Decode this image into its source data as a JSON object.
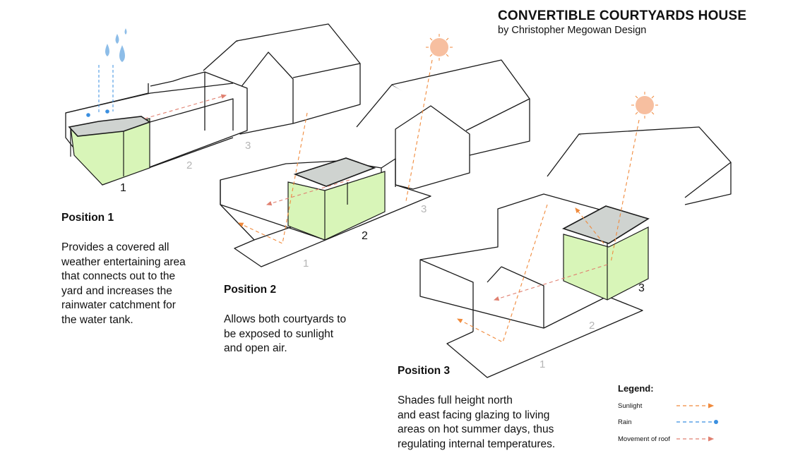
{
  "title": "CONVERTIBLE COURTYARDS HOUSE",
  "subtitle": "by Christopher Megowan Design",
  "positions": [
    {
      "heading": "Position 1",
      "description": "Provides a covered all\nweather entertaining area\nthat connects out to the\nyard and increases the\nrainwater catchment for\nthe water tank.",
      "number": "1",
      "zones": [
        "2",
        "3"
      ]
    },
    {
      "heading": "Position 2",
      "description": "Allows both courtyards to\nbe exposed to sunlight\nand open air.",
      "number": "2",
      "zones": [
        "1",
        "3"
      ]
    },
    {
      "heading": "Position 3",
      "description": "Shades full height north\nand east facing glazing to living\nareas on hot summer days, thus\nregulating internal temperatures.",
      "number": "3",
      "zones": [
        "1",
        "2"
      ]
    }
  ],
  "legend": {
    "title": "Legend:",
    "items": [
      {
        "label": "Sunlight",
        "color": "#f08a3c",
        "style": "dashed-arrow"
      },
      {
        "label": "Rain",
        "color": "#3a8fe0",
        "style": "dashed-dot"
      },
      {
        "label": "Movement of roof",
        "color": "#e08070",
        "style": "dashed-arrow"
      }
    ]
  },
  "colors": {
    "outline": "#1a1a1a",
    "courtyard_fill": "#d8f5b8",
    "roof_fill": "#cfd3d0",
    "sun_fill": "#f7bfa0",
    "rain_fill": "#8dbde8"
  },
  "icons": [
    "rain-drops-icon",
    "sun-icon"
  ]
}
